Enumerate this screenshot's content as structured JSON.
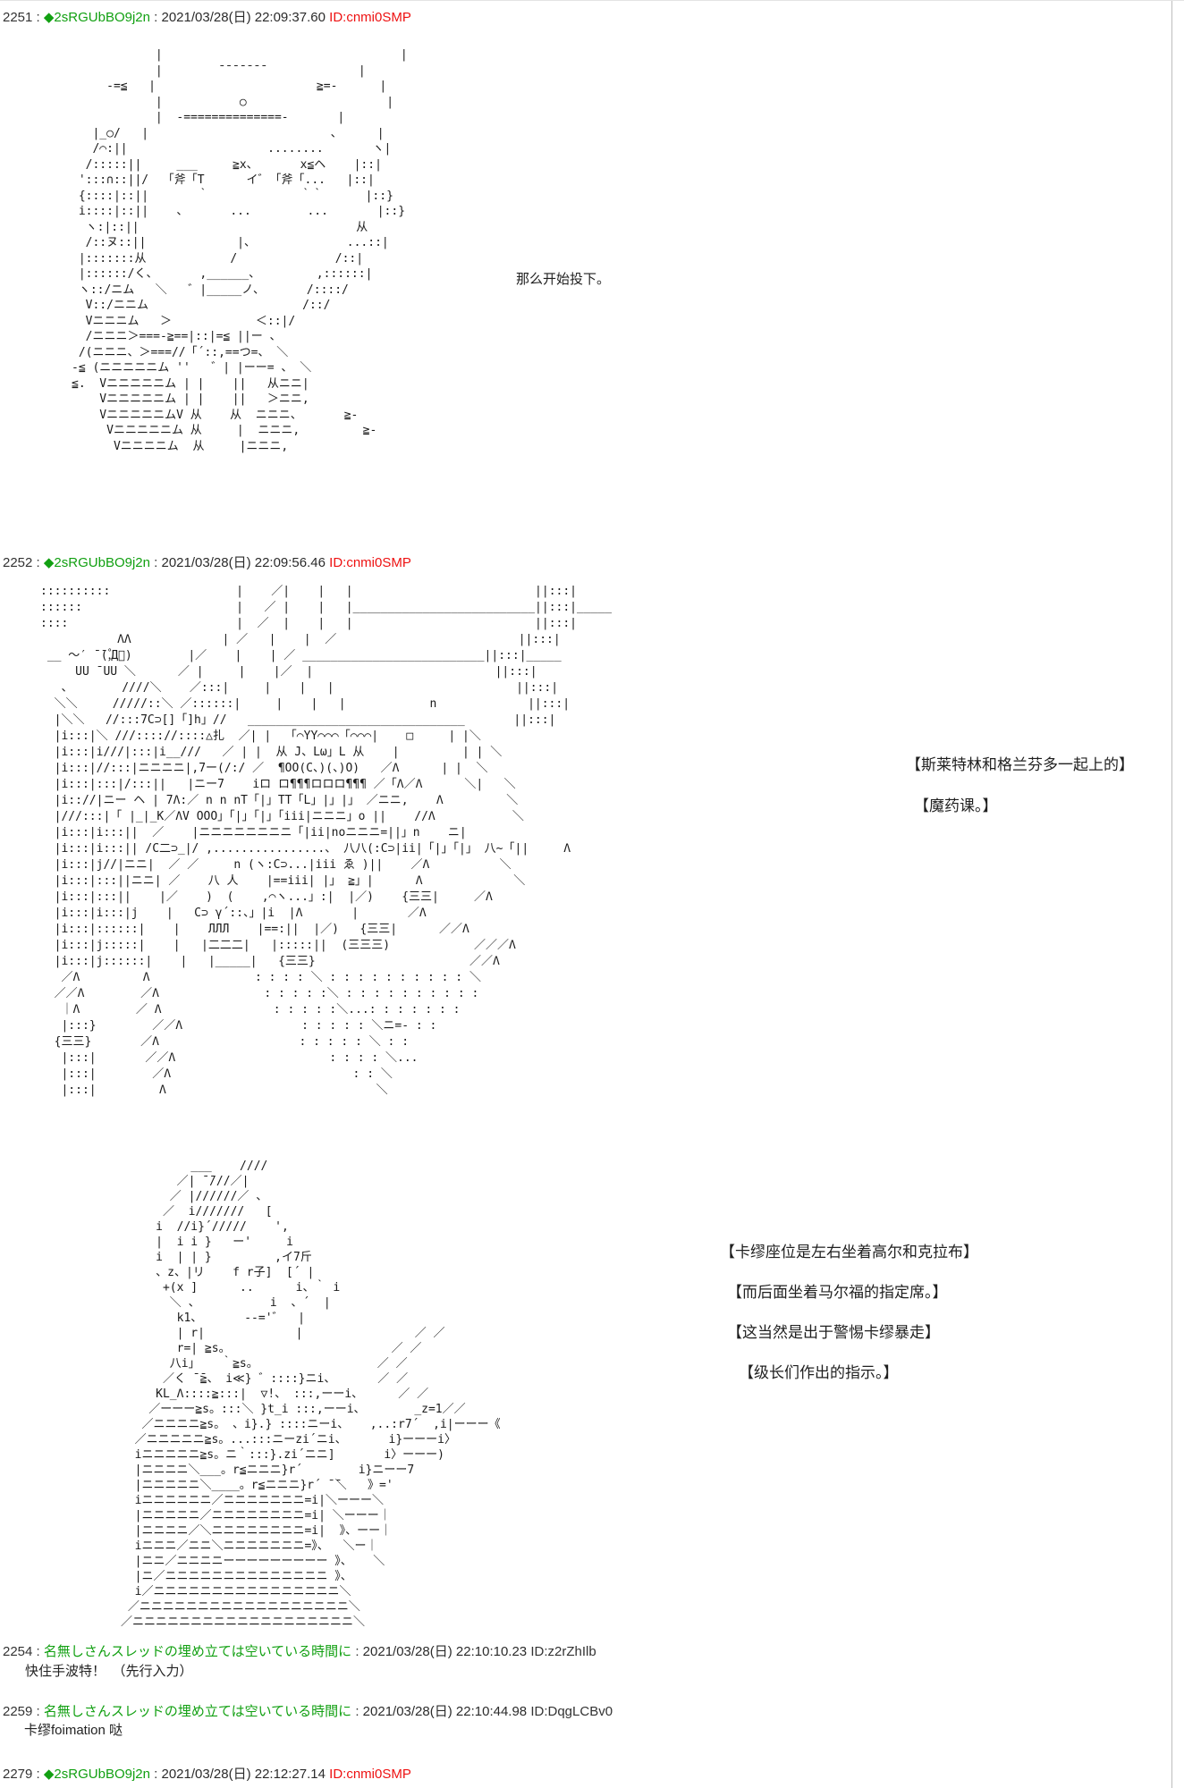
{
  "ui": {
    "sep": " : ",
    "space": " "
  },
  "colors": {
    "name_green": "#12a012",
    "id_red": "#ee1111",
    "id_dark": "#333333",
    "text": "#222222",
    "edge_line": "#bdbdbd"
  },
  "posts": {
    "p2251": {
      "number": "2251",
      "name": "◆2sRGUbBO9j2n",
      "datetime": "2021/03/28(日) 22:09:37.60",
      "pid": "ID:cnmi0SMP"
    },
    "p2252": {
      "number": "2252",
      "name": "◆2sRGUbBO9j2n",
      "datetime": "2021/03/28(日) 22:09:56.46",
      "pid": "ID:cnmi0SMP"
    },
    "p2254": {
      "number": "2254",
      "name": "名無しさんスレッドの埋め立ては空いている時間に",
      "datetime": "2021/03/28(日) 22:10:10.23",
      "pid": "ID:z2rZhIlb",
      "body": "快住手波特！　（先行入力）"
    },
    "p2259": {
      "number": "2259",
      "name": "名無しさんスレッドの埋め立ては空いている時間に",
      "datetime": "2021/03/28(日) 22:10:44.98",
      "pid": "ID:DqgLCBv0",
      "body": "卡缪foimation 哒"
    },
    "p2279": {
      "number": "2279",
      "name": "◆2sRGUbBO9j2n",
      "datetime": "2021/03/28(日) 22:12:27.14",
      "pid": "ID:cnmi0SMP"
    }
  },
  "captions": {
    "aa1_line": "那么开始投下。",
    "block1": [
      "【斯莱特林和格兰芬多一起上的】",
      "【魔药课。】"
    ],
    "block2": [
      "【卡缪座位是左右坐着高尔和克拉布】",
      "【而后面坐着马尔福的指定席。】",
      "【这当然是出于警惕卡缪暴走】",
      "【级长们作出的指示。】"
    ]
  },
  "aa1": [
    "            |                                  |",
    "            |        ̄ ̄ ̄ ̄ ̄ ̄ ̄              |",
    "     -=≦   |                       ≧=-      |",
    "            |           ○                    |",
    "            |  -==============-       |",
    "   |_○/   |                          、     |",
    "   /⌒:||                    ........       ヽ|",
    "  /:::::||     ___     ≧x、      x≦ヘ    |::|",
    " ':::∩::||/  「斧「T      イ゛「斧「...   |::|",
    " {::::|::||       ｀             ｀｀      |::}",
    " i::::|::||    、      ...        ...       |::}",
    "  ヽ:|::||                               从",
    "  /::ヌ::||             |、             ...::|",
    " |:::::::从            /              /::|",
    " |::::::/く、      ,______、        ,::::::|",
    " ヽ::/ニム   ＼   ゛|_____ノ、      /::::/",
    "  V::/ニニム                      /::/",
    "  Vニニニム   ＞            ＜::|/",
    "  /ニニニ＞===-≧==|::|=≦ ||ー 、",
    " /(ニニニ、＞===//「´::,==つ=、 ＼",
    "-≦ (ニニニニニム ''   ゛| |ーー= 、 ＼",
    "≦.  Vニニニニニム | |    ||   从ニニ|",
    "    Vニニニニニム | |    ||   ＞ニニ,",
    "    VニニニニニムV 从    从  ニニニ、      ≧-",
    "     Vニニニニニム 从     |  ニニニ,         ≧-",
    "      Vニニニニム  从     |ニニニ,"
  ],
  "aa2": [
    "::::::::::                  |    ／|    |   |                          ||:::|",
    "::::::                      |   ／ |    |   |__________________________||:::|_____",
    "::::                        |  ／  |    |   |                          ||:::|",
    "           ΛΛ             | ／   |    |  ／                          ||:::|",
    " __ 〜′ ̄ ̄(,゚Д゚)        |／    |    | ／ __________________________||:::|_____",
    "     UU ̄ UU ＼      ／ |     |    |／  |                          ||:::|",
    "   、       ////＼    ／:::|     |    |   |                          ||:::|",
    "  ＼＼     /////::＼ ／::::::|     |    |   |            n             ||:::|",
    "  |＼＼   //:::7C⊃[]「]h」//   _______________________________       ||:::|",
    "  |i:::|＼ ///:::://::::△扎  ／| |  「⌒YY⌒⌒⌒「⌒⌒⌒|    □     | |＼",
    "  |i:::|i///|:::|i__///   ／ | |  从 J、Lω」L 从    |         | | ＼",
    "  |i:::|//:::|ニニニニ|,7ー(/:/ ／  ¶OO(C、)(、)O)   ／Λ      | |  ＼",
    "  |i:::|:::|/:::||   |ニー7    iロ ロ¶¶¶ロロロ¶¶¶ ／「Λ／Λ      ＼|   ＼",
    "  |i:://|ニー ヘ | 7Λ:／ n n nT「|」TT「L」|」|」 ／ニニ,    Λ         ＼",
    "  |///:::|「 |_|_K／ΛV OOO」「|」「|」「iii|ニニニ」o ||    //Λ           ＼",
    "  |i:::|i:::||  ／    |ニニニニニニニニ「|ii|noニニニ=||」n    ニ|",
    "  |i:::|i:::|| /C二⊃_|/ ,................、 八八(:C⊃|ii|「|」「|」 八~「||     Λ",
    "  |i:::|j//|ニニ|  ／ ／     n (ヽ:C⊃...|iii ゑ )||    ／Λ          ＼",
    "  |i:::|:::||ニニ| ／    八 人    |==iii| |」 ≧」|      Λ             ＼",
    "  |i:::|:::||    |／    )  (    ,⌒ヽ...」:|  |／)    {三三|     ／Λ",
    "  |i:::|i:::|j    |   C⊃ γ´::、」|i  |Λ       |       ／Λ",
    "  |i:::|::::::|    |    ЛЛЛ    |==:||  |／)   {三三|      ／／Λ",
    "  |i:::|j:::::|    |   |二二二|   |:::::||  (三三三)            ／／／Λ",
    "  |i:::|j::::::|    |   |_____|   {三三}                      ／／Λ",
    "   ／Λ         Λ               : : : : ＼ : : : : : : : : : : ＼",
    "  ／／Λ        ／Λ               : : : : :＼ : : : : : : : : : :",
    "   ｜Λ        ／ Λ                : : : : :＼...: : : : : : :",
    "   |:::}        ／／Λ                 : : : : : ＼ニ=- : :",
    "  {三三}       ／Λ                    : : : : : ＼ : :",
    "   |:::|       ／／Λ                      : : : : ＼...",
    "   |:::|        ／Λ                          : : ＼",
    "   |:::|         Λ                              ＼"
  ],
  "aa3": [
    "          ___    ////",
    "        ／| ̄ ̄///／|",
    "       ／ |//////／ 、",
    "      ／  i///////   [",
    "     i  //i}´/////    ',",
    "     |  i i }   ー'     i",
    "     i  | | }         ,イ7斤",
    "     、z、|リ    f r子]  [´ |",
    "      +(x ]      ..      i、｀ i",
    "       ＼ 、          i  、´  |",
    "        k1、      --='゛  |",
    "        | r|             |                ／ ／",
    "        r=| ≧s。                       ／ ／",
    "       八i」   ｀≧s。                 ／ ／",
    "      ／く ̄ ̄≧、 i≪} ゛::::}ニi、      ／ ／",
    "     KL_Λ::::≧:::|  ▽!、 :::,ーーi、     ／ ／",
    "    ／ーーー≧s。:::＼ }t_i :::,ーーi、       _z=1／／",
    "   ／ニニニニ≧s。 、i}.} ::::ニーi、   ,..:r7´  ,i|ーーー《",
    "  ／ニニニニニ≧s。...:::ニーzi´ニi、      i}ーーーi〉",
    "  iニニニニニ≧s。ニ｀:::}.zi´ニニ]       i〉ーーー)",
    "  |ニニニニ＼___。r≦ニニニ}r´        i}ニーー7",
    "  |ニニニニニ＼____。r≦ニニニ}r´ ̄ ̄＼   》='",
    "  iニニニニニニ／ニニニニニニニ=i|＼ーーー＼",
    "  |ニニニニニ／ニニニニニニニニ=i| ＼ーーー｜",
    "  |ニニニニ／＼ニニニニニニニニ=i|  》、ーー｜",
    "  iニニニ／ニニ＼ニニニニニニニ=》、  ＼ー｜",
    "  |ニニ／ニニニニーーーーーーーーー 》、   ＼",
    "  |ニ／ニニニニニニニニニニニニニニ 》、",
    "  i／ニニニニニニニニニニニニニニニニ＼",
    " ／ニニニニニニニニニニニニニニニニニニ＼",
    "／ニニニニニニニニニニニニニニニニニニニ＼"
  ]
}
